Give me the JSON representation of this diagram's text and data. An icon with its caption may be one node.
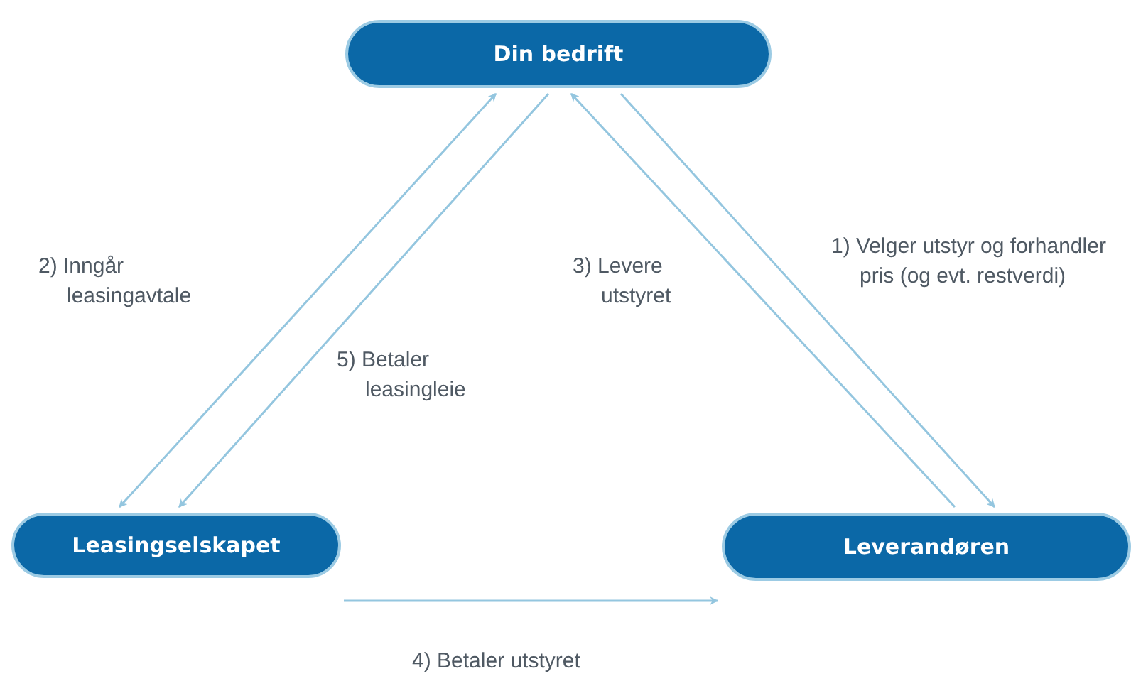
{
  "diagram": {
    "nodes": [
      {
        "text": [
          "Din bedrift"
        ]
      },
      {
        "text": [
          "Leasingselskapet"
        ]
      },
      {
        "text": [
          "Leverandøren"
        ]
      }
    ],
    "edges": [
      {
        "from": 0,
        "to": 2,
        "arrow": "to",
        "label": "1) Velger utstyr og forhandler pris (og evt. restverdi)"
      },
      {
        "from": 1,
        "to": 0,
        "arrow": "both",
        "label": "2) Inngår leasingavtale"
      },
      {
        "from": 2,
        "to": 0,
        "arrow": "to",
        "label": "3) Levere utstyret"
      },
      {
        "from": 1,
        "to": 2,
        "arrow": "to",
        "label": "4) Betaler utstyret"
      },
      {
        "from": 0,
        "to": 1,
        "arrow": "to",
        "label": "5) Betaler leasingleie"
      }
    ]
  }
}
